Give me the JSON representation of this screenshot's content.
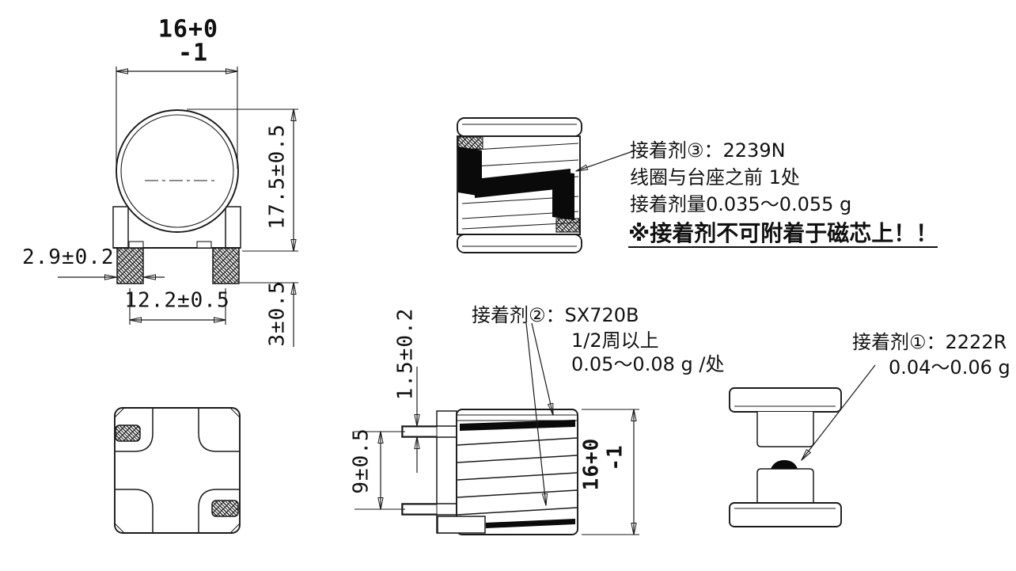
{
  "front_view": {
    "dim_width": "16+0",
    "dim_width_tolerance": "-1",
    "dim_height": "17.5±0.5",
    "dim_terminal_width": "2.9±0.2",
    "dim_terminal_pitch": "12.2±0.5",
    "dim_terminal_length": "3±0.5"
  },
  "side_view": {
    "dim_lead_thickness": "1.5±0.2",
    "dim_lead_spacing": "9±0.5",
    "dim_height": "16+0",
    "dim_height_tolerance": "-1"
  },
  "annotations": {
    "adhesive_3": {
      "line1": "接着剂③：2239N",
      "line2": "线圈与台座之前 1处",
      "line3": "接着剂量0.035～0.055 g",
      "warning": "※接着剂不可附着于磁芯上！！"
    },
    "adhesive_2": {
      "line1": "接着剂②：SX720B",
      "line2": "1/2周以上",
      "line3": "0.05～0.08 g /处"
    },
    "adhesive_1": {
      "line1": "接着剂①：2222R",
      "line2": "0.04～0.06 g"
    }
  },
  "colors": {
    "line": "#1a1a1a",
    "adhesive": "#000000",
    "background": "#ffffff"
  }
}
